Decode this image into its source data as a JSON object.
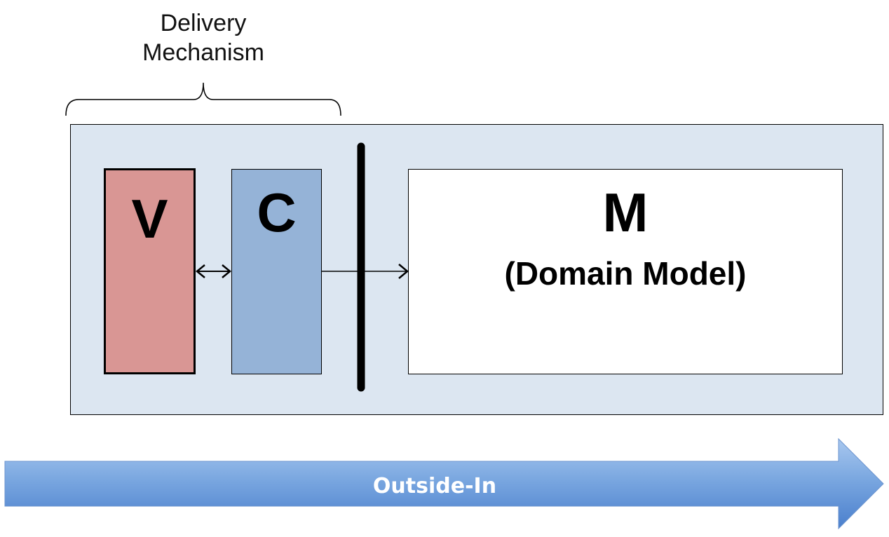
{
  "delivery_mechanism": {
    "line1": "Delivery",
    "line2": "Mechanism"
  },
  "boxes": {
    "view": {
      "label": "V",
      "color": "#d99694"
    },
    "controller": {
      "label": "C",
      "color": "#95b3d7"
    },
    "model": {
      "label": "M",
      "sublabel": "(Domain Model)",
      "color": "#ffffff"
    }
  },
  "container": {
    "color": "#dce6f1"
  },
  "direction_arrow": {
    "label": "Outside-In",
    "color_light": "#8db4e2",
    "color_dark": "#4f81bd"
  }
}
